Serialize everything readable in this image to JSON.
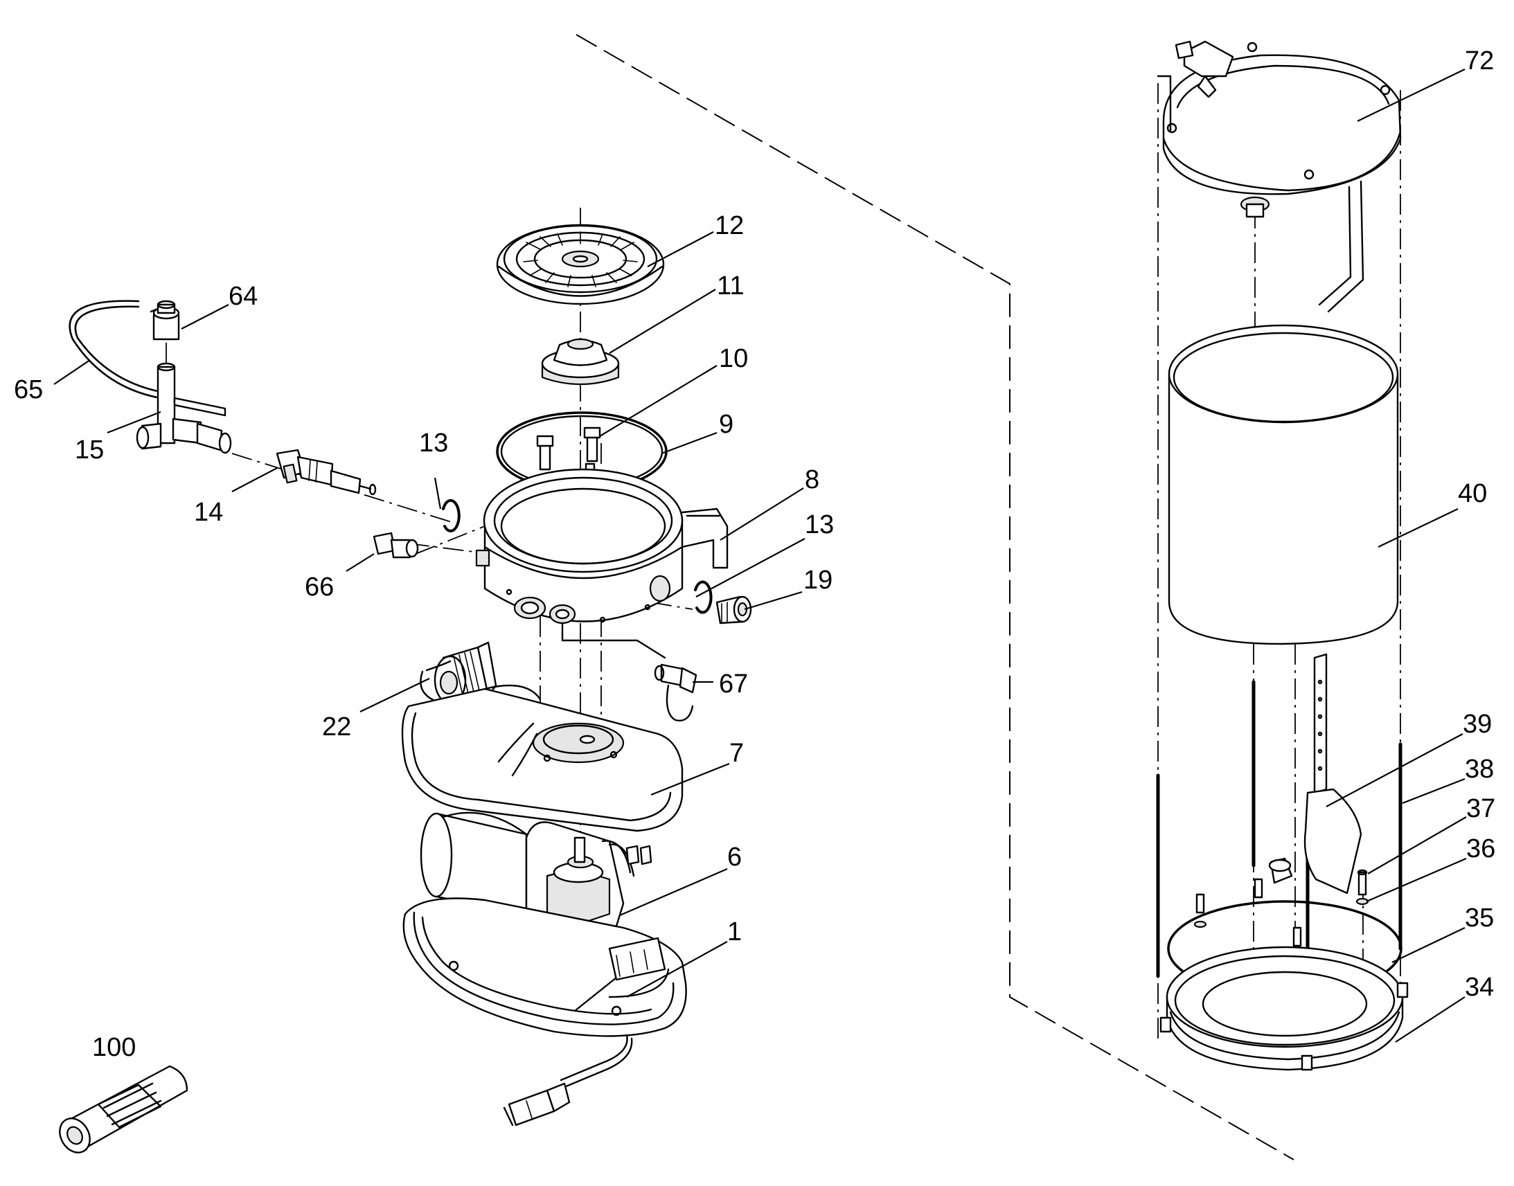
{
  "callouts": [
    {
      "id": "c72",
      "text": "72"
    },
    {
      "id": "c12",
      "text": "12"
    },
    {
      "id": "c11",
      "text": "11"
    },
    {
      "id": "c64",
      "text": "64"
    },
    {
      "id": "c65",
      "text": "65"
    },
    {
      "id": "c10",
      "text": "10"
    },
    {
      "id": "c9",
      "text": "9"
    },
    {
      "id": "c15",
      "text": "15"
    },
    {
      "id": "c13a",
      "text": "13"
    },
    {
      "id": "c8",
      "text": "8"
    },
    {
      "id": "c40",
      "text": "40"
    },
    {
      "id": "c14",
      "text": "14"
    },
    {
      "id": "c13b",
      "text": "13"
    },
    {
      "id": "c66",
      "text": "66"
    },
    {
      "id": "c19",
      "text": "19"
    },
    {
      "id": "c67",
      "text": "67"
    },
    {
      "id": "c22",
      "text": "22"
    },
    {
      "id": "c39",
      "text": "39"
    },
    {
      "id": "c7",
      "text": "7"
    },
    {
      "id": "c38",
      "text": "38"
    },
    {
      "id": "c37",
      "text": "37"
    },
    {
      "id": "c6",
      "text": "6"
    },
    {
      "id": "c36",
      "text": "36"
    },
    {
      "id": "c35",
      "text": "35"
    },
    {
      "id": "c1",
      "text": "1"
    },
    {
      "id": "c34",
      "text": "34"
    },
    {
      "id": "c100",
      "text": "100"
    }
  ]
}
